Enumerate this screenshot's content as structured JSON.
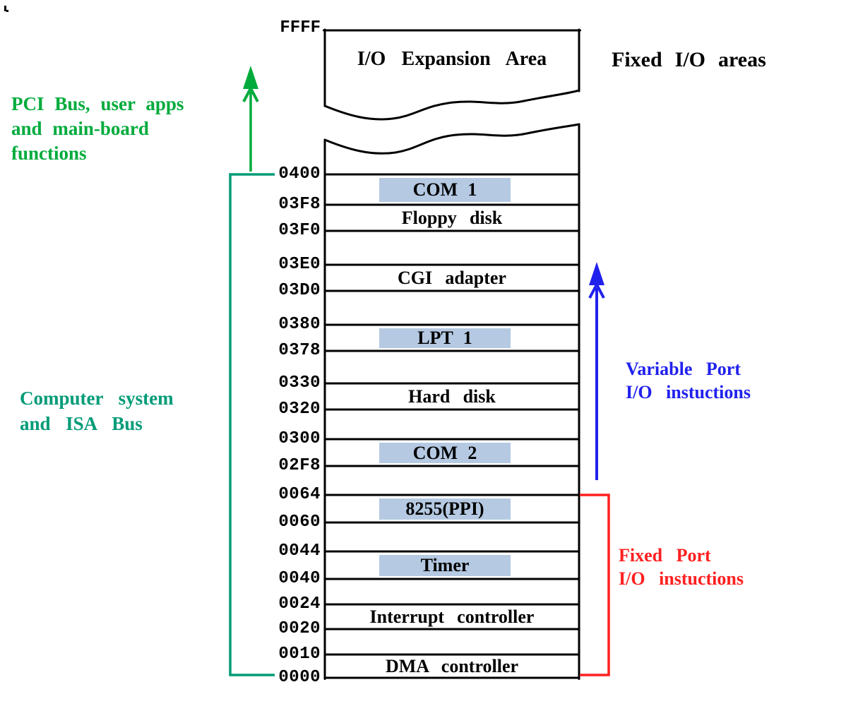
{
  "title": "Fixed I/O areas",
  "colors": {
    "green": "#00AB3C",
    "teal": "#009B77",
    "blue": "#2121EE",
    "red": "#FF2020",
    "highlight": "#B5C9E2",
    "line": "#000000"
  },
  "memory_map": {
    "top_address": "FFFF",
    "expansion_label": "I/O Expansion Area",
    "addresses": [
      "0400",
      "03F8",
      "03F0",
      "03E0",
      "03D0",
      "0380",
      "0378",
      "0330",
      "0320",
      "0300",
      "02F8",
      "0064",
      "0060",
      "0044",
      "0040",
      "0024",
      "0020",
      "0010",
      "0000"
    ],
    "rows": [
      {
        "label": "COM 1",
        "highlighted": true
      },
      {
        "label": "Floppy disk",
        "highlighted": false
      },
      {
        "label": "",
        "highlighted": false
      },
      {
        "label": "CGI adapter",
        "highlighted": false
      },
      {
        "label": "",
        "highlighted": false
      },
      {
        "label": "LPT 1",
        "highlighted": true
      },
      {
        "label": "",
        "highlighted": false
      },
      {
        "label": "Hard disk",
        "highlighted": false
      },
      {
        "label": "",
        "highlighted": false
      },
      {
        "label": "COM 2",
        "highlighted": true
      },
      {
        "label": "",
        "highlighted": false
      },
      {
        "label": "8255(PPI)",
        "highlighted": true
      },
      {
        "label": "",
        "highlighted": false
      },
      {
        "label": "Timer",
        "highlighted": true
      },
      {
        "label": "",
        "highlighted": false
      },
      {
        "label": "Interrupt controller",
        "highlighted": false
      },
      {
        "label": "",
        "highlighted": false
      },
      {
        "label": "DMA controller",
        "highlighted": false
      }
    ]
  },
  "annotations": {
    "green_note": [
      "PCI Bus, user apps",
      "and main-board",
      "functions"
    ],
    "teal_note": [
      "Computer system",
      "and ISA Bus"
    ],
    "blue_note": [
      "Variable Port",
      "I/O instuctions"
    ],
    "red_note": [
      "Fixed Port",
      "I/O instuctions"
    ]
  }
}
